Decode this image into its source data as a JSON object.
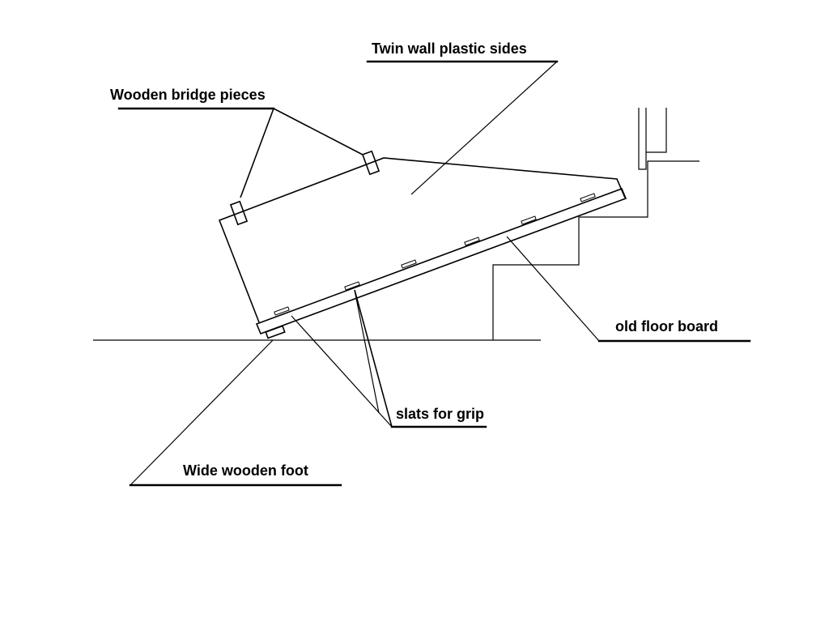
{
  "labels": {
    "sides": "Twin wall plastic sides",
    "bridge": "Wooden bridge pieces",
    "floorboard": "old floor board",
    "slats": "slats for grip",
    "foot": "Wide wooden foot"
  },
  "colors": {
    "line": "#000000",
    "background": "#ffffff"
  }
}
